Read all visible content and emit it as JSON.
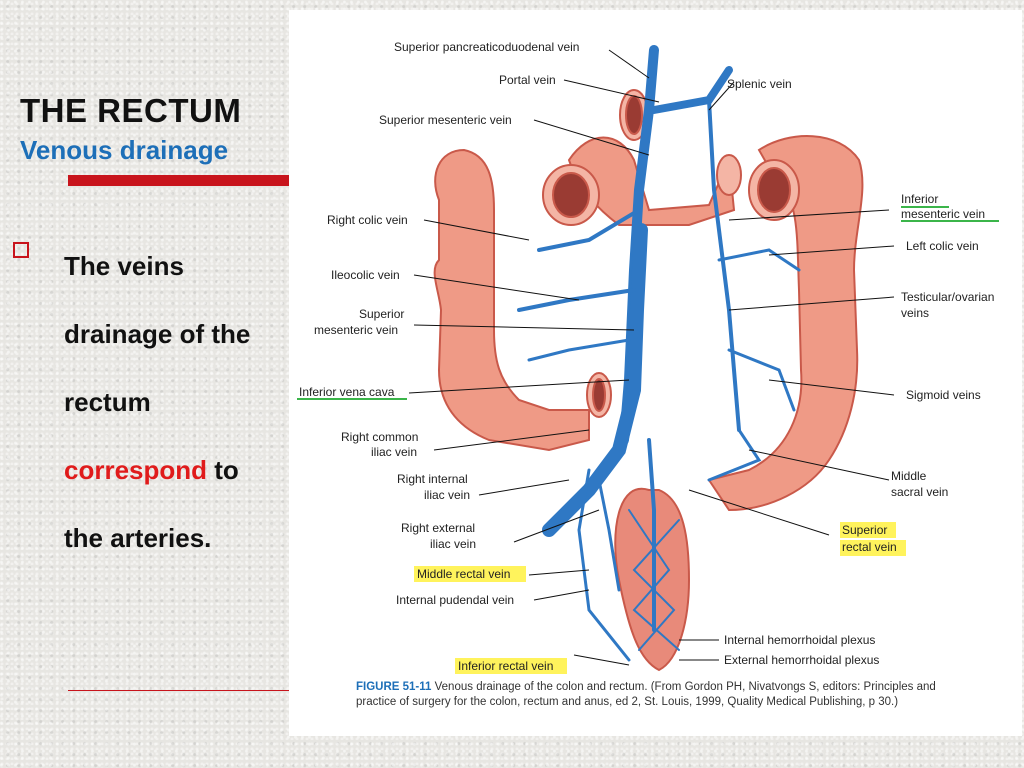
{
  "slide": {
    "title": "THE RECTUM",
    "subtitle": "Venous drainage",
    "bullet": {
      "part1": "The veins drainage of the rectum",
      "highlight": "correspond",
      "part2": "to the arteries."
    }
  },
  "figure": {
    "labels": {
      "superior_pancreaticoduodenal": "Superior pancreaticoduodenal vein",
      "portal": "Portal vein",
      "splenic": "Splenic vein",
      "superior_mesenteric_top": "Superior mesenteric vein",
      "inferior_mesenteric_1": "Inferior",
      "inferior_mesenteric_2": "mesenteric vein",
      "right_colic": "Right colic vein",
      "left_colic": "Left colic vein",
      "ileocolic": "Ileocolic vein",
      "testicular_1": "Testicular/ovarian",
      "testicular_2": "veins",
      "superior_mesenteric_1": "Superior",
      "superior_mesenteric_2": "mesenteric vein",
      "ivc": "Inferior vena cava",
      "sigmoid": "Sigmoid veins",
      "right_common_iliac_1": "Right common",
      "right_common_iliac_2": "iliac vein",
      "right_internal_iliac_1": "Right internal",
      "right_internal_iliac_2": "iliac vein",
      "middle_sacral_1": "Middle",
      "middle_sacral_2": "sacral vein",
      "right_external_iliac_1": "Right external",
      "right_external_iliac_2": "iliac vein",
      "superior_rectal_1": "Superior",
      "superior_rectal_2": "rectal vein",
      "middle_rectal": "Middle rectal vein",
      "internal_pudendal": "Internal pudendal vein",
      "internal_plexus": "Internal hemorrhoidal plexus",
      "external_plexus": "External hemorrhoidal plexus",
      "inferior_rectal": "Inferior rectal vein"
    },
    "caption": {
      "figure_no": "FIGURE 51-11",
      "text": "Venous drainage of the colon and rectum. (From Gordon PH, Nivatvongs S, editors: Principles and practice of surgery for the colon, rectum and anus, ed 2, St. Louis, 1999, Quality Medical Publishing, p 30.)"
    },
    "colors": {
      "vein": "#2f78c4",
      "colon": "#ef9a86",
      "colon_dark": "#c9594a",
      "highlight_yellow": "#fff35c",
      "highlight_green": "#3bb54a"
    }
  }
}
